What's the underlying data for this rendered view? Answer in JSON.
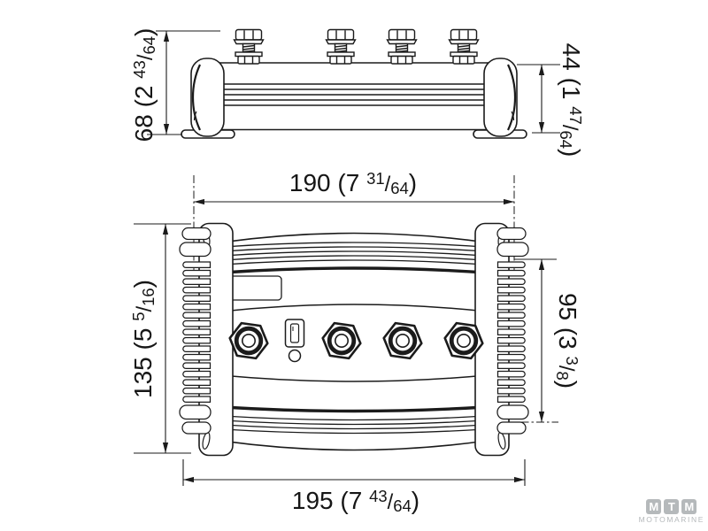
{
  "meta": {
    "background_color": "#ffffff",
    "line_color": "#1b1b1b",
    "text_color": "#161616"
  },
  "dimensions": {
    "slash": "/",
    "side_overall_height": {
      "pre": "68 (2 ",
      "num": "43",
      "den": "64",
      "post": ")"
    },
    "side_body_height": {
      "pre": "44 (1 ",
      "num": "47",
      "den": "64",
      "post": ")"
    },
    "front_top_width": {
      "pre": "190 (7 ",
      "num": "31",
      "den": "64",
      "post": ")"
    },
    "front_overall_height": {
      "pre": "135 (5 ",
      "num": "5",
      "den": "16",
      "post": ")"
    },
    "front_body_height": {
      "pre": "95 (3 ",
      "num": "3",
      "den": "8",
      "post": ")"
    },
    "front_overall_width": {
      "pre": "195 (7 ",
      "num": "43",
      "den": "64",
      "post": ")"
    }
  },
  "logo": {
    "tiles": [
      "M",
      "T",
      "M"
    ],
    "subtitle": "MOTOMARINE",
    "tile_color": "#b5b9bb",
    "subtitle_color": "#b5b9bb"
  }
}
